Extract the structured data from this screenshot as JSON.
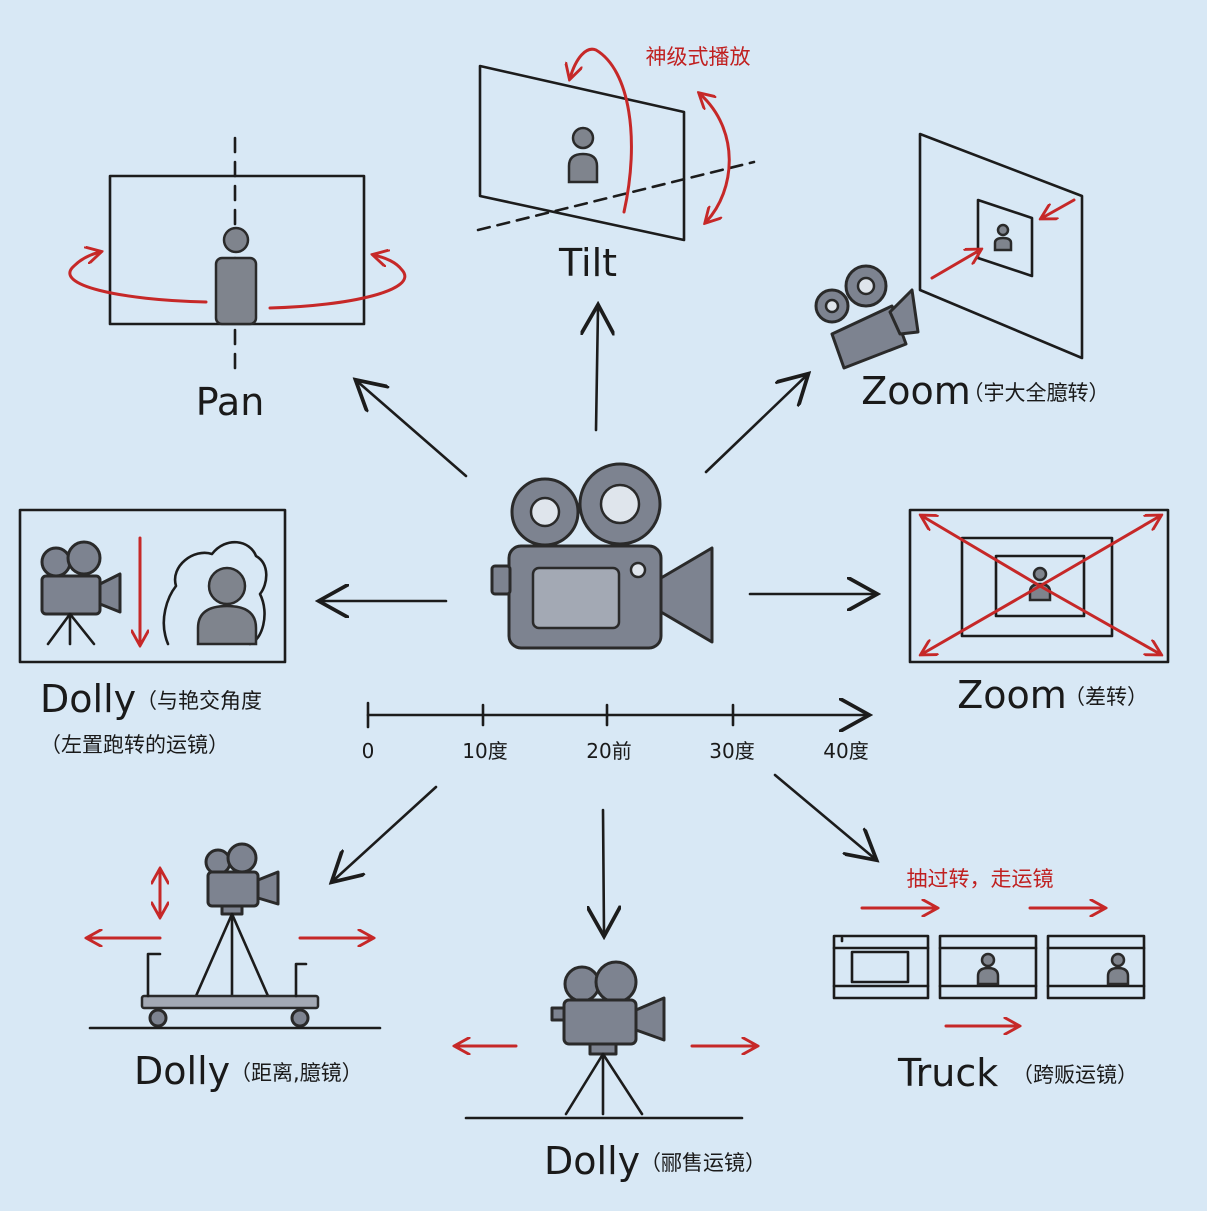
{
  "labels": {
    "pan": "Pan",
    "tilt": "Tilt",
    "tilt_note": "神级式播放",
    "zoom_top": "Zoom",
    "zoom_top_note": "（宇大全臆转）",
    "zoom_right": "Zoom",
    "zoom_right_note": "（差转）",
    "dolly_left": "Dolly",
    "dolly_left_note1": "（与艳交角度",
    "dolly_left_note2": "（左置跑转的运镜）",
    "dolly_bottom_left": "Dolly",
    "dolly_bottom_left_note": "（距离,臆镜）",
    "dolly_bottom": "Dolly",
    "dolly_bottom_note": "（郦售运镜）",
    "truck": "Truck",
    "truck_note": "（跨贩运镜）",
    "truck_red_note": "抽过转，走运镜"
  },
  "timeline": {
    "ticks": [
      "0",
      "10度",
      "20前",
      "30度",
      "40度"
    ]
  },
  "colors": {
    "background": "#d8e8f5",
    "accent_red": "#c62828",
    "camera_gray": "#7d8390",
    "ink": "#1c1c1c"
  },
  "icons": {
    "center": "movie-camera-icon",
    "person": "person-icon",
    "tripod": "tripod-icon",
    "film": "film-strip-icon"
  }
}
